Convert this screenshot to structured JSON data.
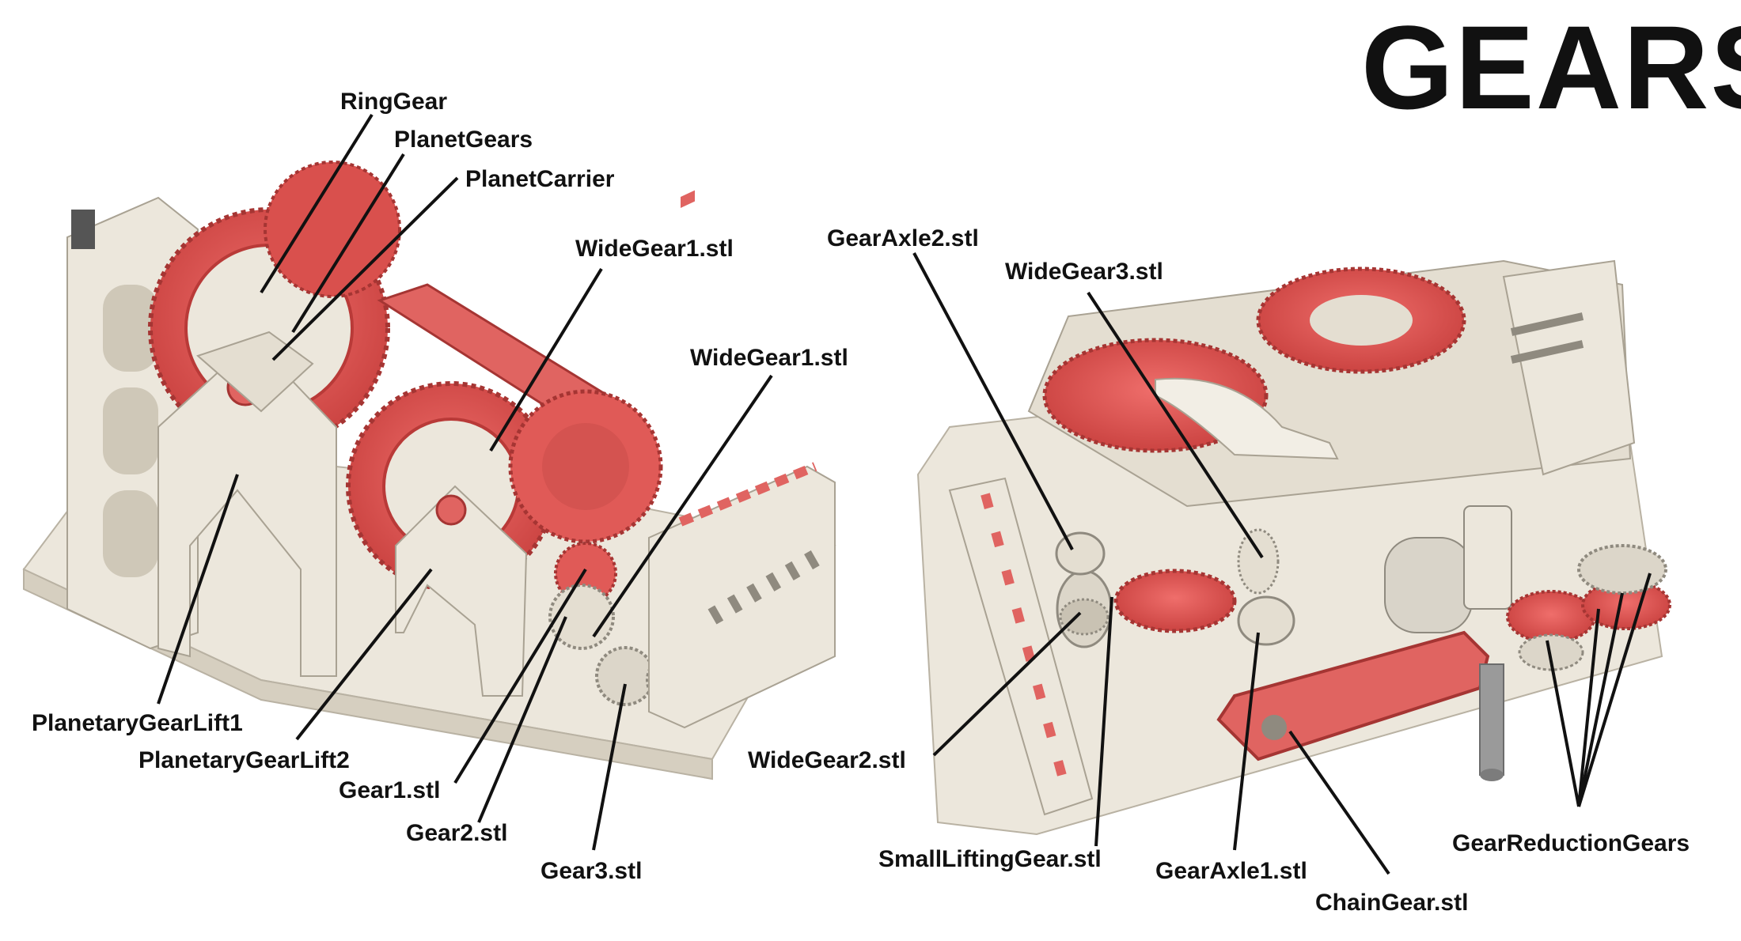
{
  "title": "GEARS",
  "labels": {
    "ring_gear": "RingGear",
    "planet_gears": "PlanetGears",
    "planet_carrier": "PlanetCarrier",
    "wide_gear1_a": "WideGear1.stl",
    "wide_gear1_b": "WideGear1.stl",
    "planetary_gear_lift1": "PlanetaryGearLift1",
    "planetary_gear_lift2": "PlanetaryGearLift2",
    "gear1": "Gear1.stl",
    "gear2": "Gear2.stl",
    "gear3": "Gear3.stl",
    "gear_axle2": "GearAxle2.stl",
    "wide_gear3": "WideGear3.stl",
    "wide_gear2": "WideGear2.stl",
    "small_lifting_gear": "SmallLiftingGear.stl",
    "gear_axle1": "GearAxle1.stl",
    "chain_gear": "ChainGear.stl",
    "gear_reduction_gears": "GearReductionGears"
  },
  "colors": {
    "gear_red": "#e0524f",
    "gear_dark_red": "#b93a38",
    "body_beige": "#ece7dc",
    "body_shadow": "#cfc8b8",
    "metal_grey": "#9a9a9a",
    "text": "#111111"
  }
}
